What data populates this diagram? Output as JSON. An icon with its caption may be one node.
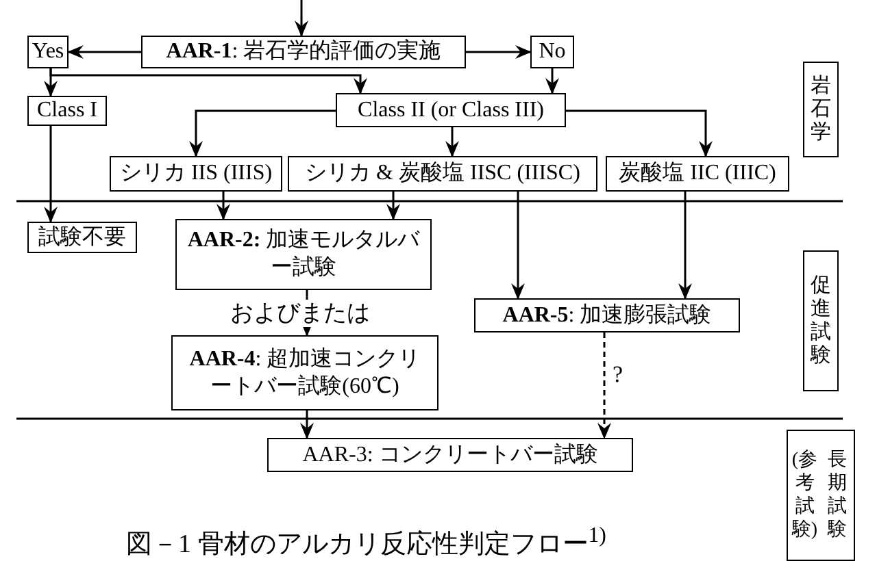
{
  "diagram": {
    "caption": "図－1 骨材のアルカリ反応性判定フロー$^{1)}$",
    "nodes": [
      {
        "text": [
          "**AAR-1**: 岩石学的評価の実施"
        ]
      },
      {
        "text": [
          "Yes"
        ]
      },
      {
        "text": [
          "No"
        ]
      },
      {
        "text": [
          "Class I"
        ]
      },
      {
        "text": [
          "Class II (or Class III)"
        ]
      },
      {
        "text": [
          "シリカ IIS (IIIS)"
        ]
      },
      {
        "text": [
          "シリカ & 炭酸塩 IISC (IIISC)"
        ]
      },
      {
        "text": [
          "炭酸塩 IIC (IIIC)"
        ]
      },
      {
        "text": [
          "試験不要"
        ]
      },
      {
        "text": [
          "**AAR-2:** 加速モルタルバー試験"
        ]
      },
      {
        "text": [
          "**AAR-5**: 加速膨張試験"
        ]
      },
      {
        "text": [
          "**AAR-4**: 超加速コンクリートバー試験(60℃)"
        ]
      },
      {
        "text": [
          "AAR-3: コンクリートバー試験"
        ]
      },
      {
        "text": [
          "岩石学"
        ]
      },
      {
        "text": [
          "促進試験"
        ]
      },
      {
        "text": [
          "長期試験 (参考試験)"
        ]
      }
    ],
    "edges": [
      {
        "from": null,
        "to": 0,
        "arrow": "to"
      },
      {
        "from": 0,
        "to": 1,
        "arrow": "to"
      },
      {
        "from": 0,
        "to": 2,
        "arrow": "to"
      },
      {
        "from": 1,
        "to": 3,
        "arrow": "to"
      },
      {
        "from": 1,
        "to": 4,
        "arrow": "to"
      },
      {
        "from": 2,
        "to": 4,
        "arrow": "to"
      },
      {
        "from": 4,
        "to": 5,
        "arrow": "to"
      },
      {
        "from": 4,
        "to": 6,
        "arrow": "to"
      },
      {
        "from": 4,
        "to": 7,
        "arrow": "to"
      },
      {
        "from": 3,
        "to": 8,
        "arrow": "to"
      },
      {
        "from": 5,
        "to": 9,
        "arrow": "to"
      },
      {
        "from": 6,
        "to": 9,
        "arrow": "to"
      },
      {
        "from": 6,
        "to": 10,
        "arrow": "to"
      },
      {
        "from": 7,
        "to": 10,
        "arrow": "to"
      },
      {
        "from": 9,
        "to": 11,
        "arrow": "to",
        "label": "およびまたは"
      },
      {
        "from": 11,
        "to": 12,
        "arrow": "to"
      },
      {
        "from": 10,
        "to": 12,
        "arrow": "to",
        "style": "dashed",
        "label": "?"
      }
    ]
  }
}
